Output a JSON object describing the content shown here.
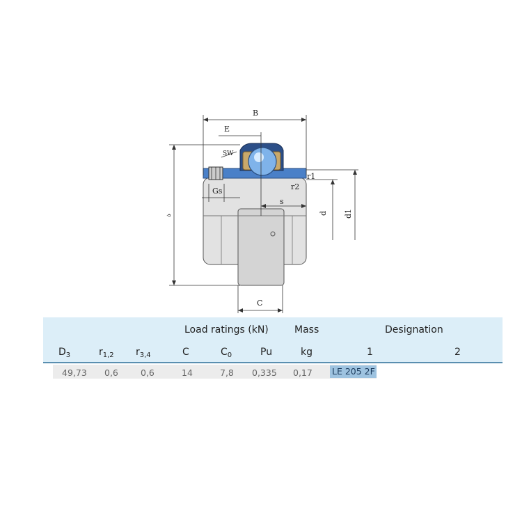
{
  "drawing": {
    "labels": {
      "B": "B",
      "E": "E",
      "SW": "SW",
      "Gs": "Gs",
      "r1": "r1",
      "r2": "r2",
      "s": "s",
      "d": "d",
      "d1": "d1",
      "C": "C",
      "D": "ა"
    }
  },
  "table": {
    "group_headers": {
      "load_ratings": "Load ratings (kN)",
      "mass": "Mass",
      "designation": "Designation"
    },
    "columns": {
      "d3_main": "D",
      "d3_sub": "3",
      "r12_main": "r",
      "r12_sub": "1,2",
      "r34_main": "r",
      "r34_sub": "3,4",
      "c": "C",
      "c0_main": "C",
      "c0_sub": "0",
      "pu": "Pu",
      "kg": "kg",
      "desig1": "1",
      "desig2": "2"
    },
    "row": {
      "d3": "49,73",
      "r12": "0,6",
      "r34": "0,6",
      "c": "14",
      "c0": "7,8",
      "pu": "0,335",
      "kg": "0,17",
      "designation": "LE 205 2F"
    }
  }
}
